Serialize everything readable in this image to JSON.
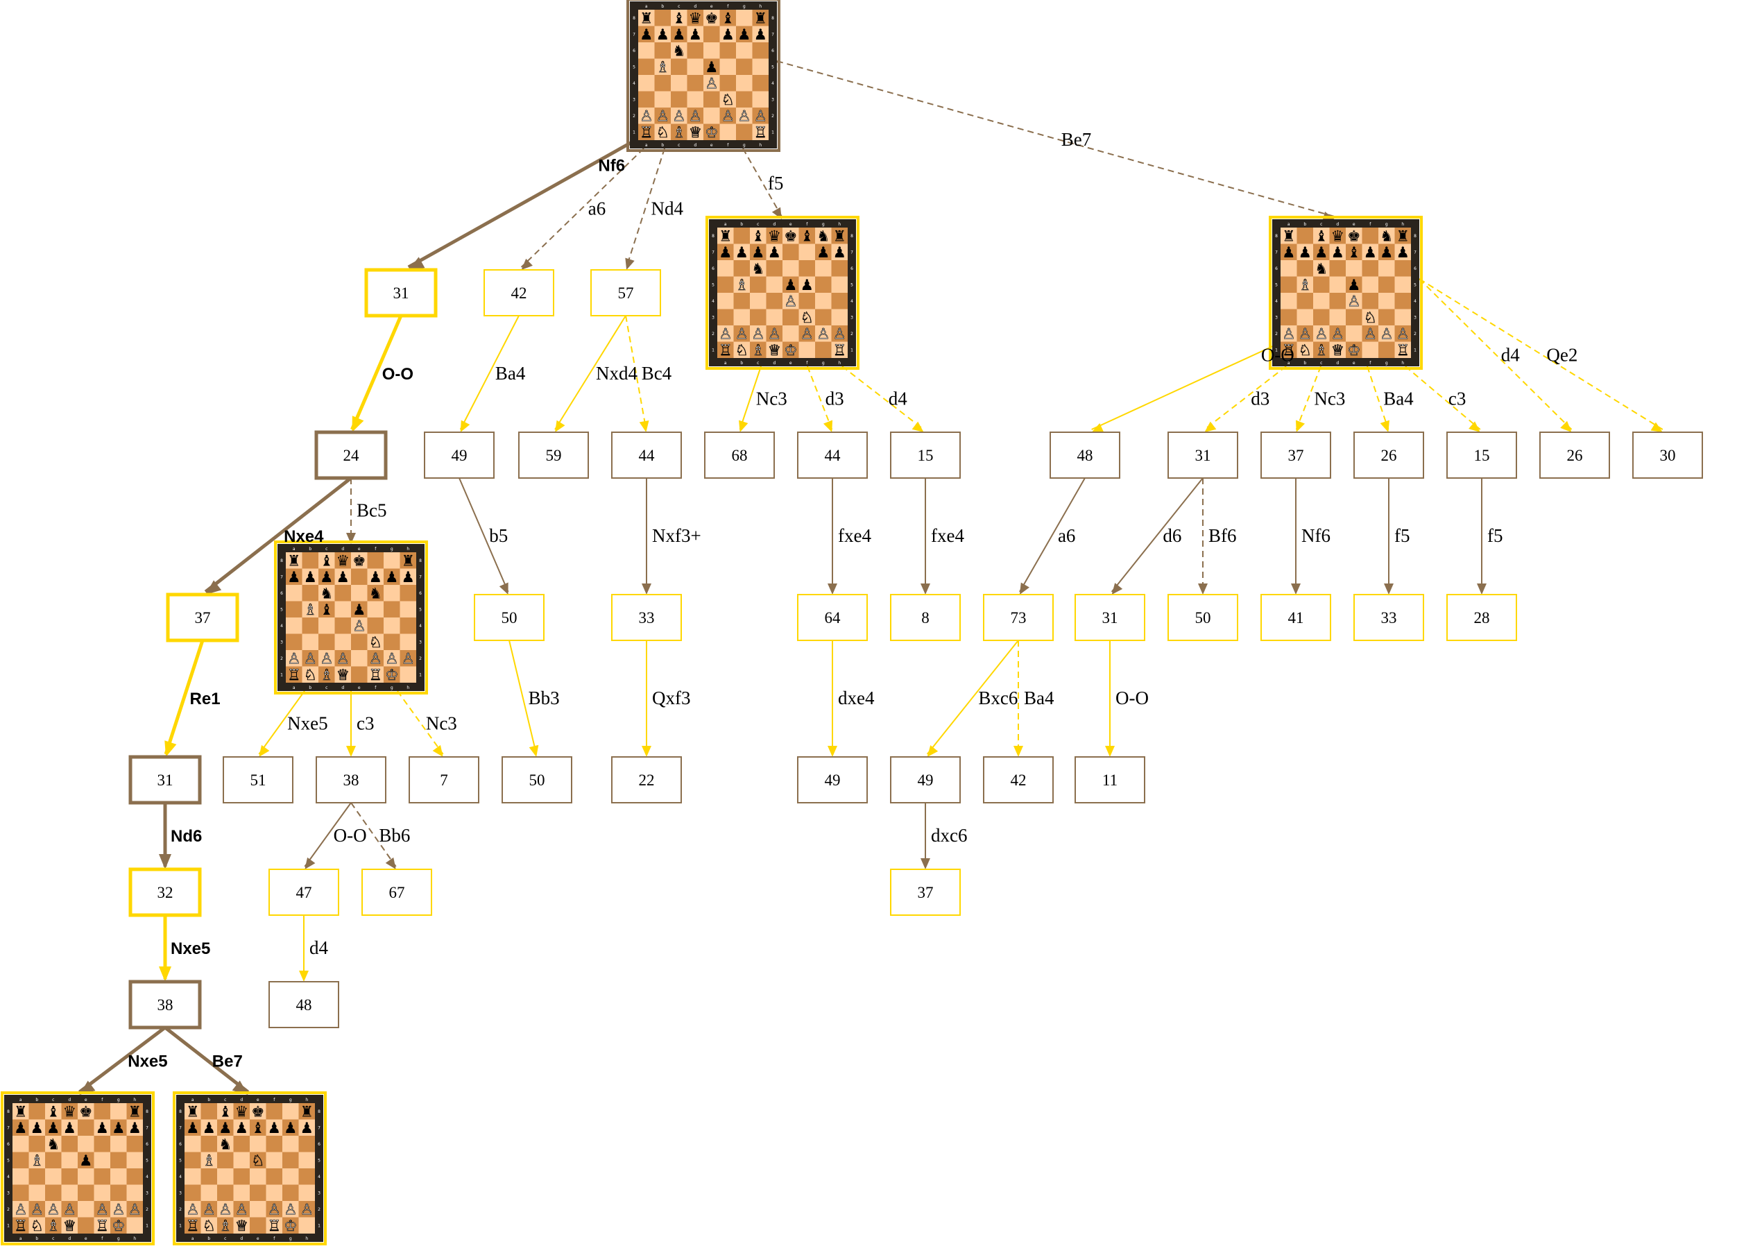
{
  "title": "",
  "colors": {
    "brown": "#8b6f4e",
    "gold": "#ffd700",
    "gold_light": "#ffd94a",
    "light_square": "#ffce9e",
    "dark_square": "#d18b47",
    "board_frame": "#2a241d"
  },
  "files": [
    "a",
    "b",
    "c",
    "d",
    "e",
    "f",
    "g",
    "h"
  ],
  "ranks": [
    "8",
    "7",
    "6",
    "5",
    "4",
    "3",
    "2",
    "1"
  ],
  "nodes": [
    {
      "id": "root",
      "type": "board",
      "fen": "r1bqkb1r/pppp1ppp/2n5/1B2p3/4P3/5N2/PPPP1PPP/RNBQK2R",
      "border": "brown"
    },
    {
      "id": "n_31a",
      "type": "box",
      "label": "31",
      "color": "gold",
      "bold": true
    },
    {
      "id": "n_42a",
      "type": "box",
      "label": "42",
      "color": "gold"
    },
    {
      "id": "n_57",
      "type": "box",
      "label": "57",
      "color": "gold"
    },
    {
      "id": "b_f5",
      "type": "board",
      "fen": "r1bqkbnr/pppp2pp/2n5/1B2pp2/4P3/5N2/PPPP1PPP/RNBQK2R",
      "border": "gold"
    },
    {
      "id": "b_be7",
      "type": "board",
      "fen": "r1bqk1nr/ppppbppp/2n5/1B2p3/4P3/5N2/PPPP1PPP/RNBQK2R",
      "border": "gold"
    },
    {
      "id": "n_24",
      "type": "box",
      "label": "24",
      "color": "brown",
      "bold": true
    },
    {
      "id": "n_49a",
      "type": "box",
      "label": "49",
      "color": "brown"
    },
    {
      "id": "n_59",
      "type": "box",
      "label": "59",
      "color": "brown"
    },
    {
      "id": "n_44a",
      "type": "box",
      "label": "44",
      "color": "brown"
    },
    {
      "id": "n_68",
      "type": "box",
      "label": "68",
      "color": "brown"
    },
    {
      "id": "n_44b",
      "type": "box",
      "label": "44",
      "color": "brown"
    },
    {
      "id": "n_15a",
      "type": "box",
      "label": "15",
      "color": "brown"
    },
    {
      "id": "n_48a",
      "type": "box",
      "label": "48",
      "color": "brown"
    },
    {
      "id": "n_31b",
      "type": "box",
      "label": "31",
      "color": "brown"
    },
    {
      "id": "n_37a",
      "type": "box",
      "label": "37",
      "color": "brown"
    },
    {
      "id": "n_26a",
      "type": "box",
      "label": "26",
      "color": "brown"
    },
    {
      "id": "n_15b",
      "type": "box",
      "label": "15",
      "color": "brown"
    },
    {
      "id": "n_26b",
      "type": "box",
      "label": "26",
      "color": "brown"
    },
    {
      "id": "n_30",
      "type": "box",
      "label": "30",
      "color": "brown"
    },
    {
      "id": "n_37b",
      "type": "box",
      "label": "37",
      "color": "gold",
      "bold": true
    },
    {
      "id": "b_bc5",
      "type": "board",
      "fen": "r1bqk2r/pppp1ppp/2n2n2/1Bb1p3/4P3/5N2/PPPP1PPP/RNBQ1RK1",
      "border": "gold"
    },
    {
      "id": "n_50a",
      "type": "box",
      "label": "50",
      "color": "gold"
    },
    {
      "id": "n_33a",
      "type": "box",
      "label": "33",
      "color": "gold"
    },
    {
      "id": "n_64",
      "type": "box",
      "label": "64",
      "color": "gold"
    },
    {
      "id": "n_8",
      "type": "box",
      "label": "8",
      "color": "gold"
    },
    {
      "id": "n_73",
      "type": "box",
      "label": "73",
      "color": "gold"
    },
    {
      "id": "n_31c",
      "type": "box",
      "label": "31",
      "color": "gold"
    },
    {
      "id": "n_50b",
      "type": "box",
      "label": "50",
      "color": "gold"
    },
    {
      "id": "n_41",
      "type": "box",
      "label": "41",
      "color": "gold"
    },
    {
      "id": "n_33b",
      "type": "box",
      "label": "33",
      "color": "gold"
    },
    {
      "id": "n_28",
      "type": "box",
      "label": "28",
      "color": "gold"
    },
    {
      "id": "n_31d",
      "type": "box",
      "label": "31",
      "color": "brown",
      "bold": true
    },
    {
      "id": "n_51",
      "type": "box",
      "label": "51",
      "color": "brown"
    },
    {
      "id": "n_38a",
      "type": "box",
      "label": "38",
      "color": "brown"
    },
    {
      "id": "n_7",
      "type": "box",
      "label": "7",
      "color": "brown"
    },
    {
      "id": "n_50c",
      "type": "box",
      "label": "50",
      "color": "brown"
    },
    {
      "id": "n_22",
      "type": "box",
      "label": "22",
      "color": "brown"
    },
    {
      "id": "n_49b",
      "type": "box",
      "label": "49",
      "color": "brown"
    },
    {
      "id": "n_49c",
      "type": "box",
      "label": "49",
      "color": "brown"
    },
    {
      "id": "n_42b",
      "type": "box",
      "label": "42",
      "color": "brown"
    },
    {
      "id": "n_11",
      "type": "box",
      "label": "11",
      "color": "brown"
    },
    {
      "id": "n_32",
      "type": "box",
      "label": "32",
      "color": "gold",
      "bold": true
    },
    {
      "id": "n_47",
      "type": "box",
      "label": "47",
      "color": "gold"
    },
    {
      "id": "n_67",
      "type": "box",
      "label": "67",
      "color": "gold"
    },
    {
      "id": "n_37c",
      "type": "box",
      "label": "37",
      "color": "gold"
    },
    {
      "id": "n_38b",
      "type": "box",
      "label": "38",
      "color": "brown",
      "bold": true
    },
    {
      "id": "n_48b",
      "type": "box",
      "label": "48",
      "color": "brown"
    },
    {
      "id": "b_nxe5",
      "type": "board",
      "fen": "r1bqk2r/pppp1ppp/2n5/1B2p3/8/8/PPPP1PPP/RNBQ1RK1",
      "border": "gold"
    },
    {
      "id": "b_be7b",
      "type": "board",
      "fen": "r1bqk2r/ppppbppp/2n5/1B2N3/8/8/PPPP1PPP/RNBQ1RK1",
      "border": "gold"
    }
  ],
  "edges": [
    {
      "from": "root",
      "to": "n_31a",
      "label": "Nf6",
      "color": "brown",
      "style": "solid",
      "bold": true
    },
    {
      "from": "root",
      "to": "n_42a",
      "label": "a6",
      "color": "brown",
      "style": "dashed"
    },
    {
      "from": "root",
      "to": "n_57",
      "label": "Nd4",
      "color": "brown",
      "style": "dashed"
    },
    {
      "from": "root",
      "to": "b_f5",
      "label": "f5",
      "color": "brown",
      "style": "dashed"
    },
    {
      "from": "root",
      "to": "b_be7",
      "label": "Be7",
      "color": "brown",
      "style": "dashed"
    },
    {
      "from": "n_31a",
      "to": "n_24",
      "label": "O-O",
      "color": "gold",
      "style": "solid",
      "bold": true
    },
    {
      "from": "n_42a",
      "to": "n_49a",
      "label": "Ba4",
      "color": "gold",
      "style": "solid"
    },
    {
      "from": "n_57",
      "to": "n_59",
      "label": "Nxd4",
      "color": "gold",
      "style": "solid"
    },
    {
      "from": "n_57",
      "to": "n_44a",
      "label": "Bc4",
      "color": "gold",
      "style": "dashed"
    },
    {
      "from": "b_f5",
      "to": "n_68",
      "label": "Nc3",
      "color": "gold",
      "style": "solid"
    },
    {
      "from": "b_f5",
      "to": "n_44b",
      "label": "d3",
      "color": "gold",
      "style": "dashed"
    },
    {
      "from": "b_f5",
      "to": "n_15a",
      "label": "d4",
      "color": "gold",
      "style": "dashed"
    },
    {
      "from": "b_be7",
      "to": "n_48a",
      "label": "O-O",
      "color": "gold",
      "style": "solid"
    },
    {
      "from": "b_be7",
      "to": "n_31b",
      "label": "d3",
      "color": "gold",
      "style": "dashed"
    },
    {
      "from": "b_be7",
      "to": "n_37a",
      "label": "Nc3",
      "color": "gold",
      "style": "dashed"
    },
    {
      "from": "b_be7",
      "to": "n_26a",
      "label": "Ba4",
      "color": "gold",
      "style": "dashed"
    },
    {
      "from": "b_be7",
      "to": "n_15b",
      "label": "c3",
      "color": "gold",
      "style": "dashed"
    },
    {
      "from": "b_be7",
      "to": "n_26b",
      "label": "d4",
      "color": "gold",
      "style": "dashed"
    },
    {
      "from": "b_be7",
      "to": "n_30",
      "label": "Qe2",
      "color": "gold",
      "style": "dashed"
    },
    {
      "from": "n_24",
      "to": "n_37b",
      "label": "Nxe4",
      "color": "brown",
      "style": "solid",
      "bold": true
    },
    {
      "from": "n_24",
      "to": "b_bc5",
      "label": "Bc5",
      "color": "brown",
      "style": "dashed"
    },
    {
      "from": "n_49a",
      "to": "n_50a",
      "label": "b5",
      "color": "brown",
      "style": "solid"
    },
    {
      "from": "n_44a",
      "to": "n_33a",
      "label": "Nxf3+",
      "color": "brown",
      "style": "solid"
    },
    {
      "from": "n_44b",
      "to": "n_64",
      "label": "fxe4",
      "color": "brown",
      "style": "solid"
    },
    {
      "from": "n_15a",
      "to": "n_8",
      "label": "fxe4",
      "color": "brown",
      "style": "solid"
    },
    {
      "from": "n_48a",
      "to": "n_73",
      "label": "a6",
      "color": "brown",
      "style": "solid"
    },
    {
      "from": "n_31b",
      "to": "n_31c",
      "label": "d6",
      "color": "brown",
      "style": "solid"
    },
    {
      "from": "n_31b",
      "to": "n_50b",
      "label": "Bf6",
      "color": "brown",
      "style": "dashed"
    },
    {
      "from": "n_37a",
      "to": "n_41",
      "label": "Nf6",
      "color": "brown",
      "style": "solid"
    },
    {
      "from": "n_26a",
      "to": "n_33b",
      "label": "f5",
      "color": "brown",
      "style": "solid"
    },
    {
      "from": "n_15b",
      "to": "n_28",
      "label": "f5",
      "color": "brown",
      "style": "solid"
    },
    {
      "from": "n_37b",
      "to": "n_31d",
      "label": "Re1",
      "color": "gold",
      "style": "solid",
      "bold": true
    },
    {
      "from": "b_bc5",
      "to": "n_51",
      "label": "Nxe5",
      "color": "gold",
      "style": "solid"
    },
    {
      "from": "b_bc5",
      "to": "n_38a",
      "label": "c3",
      "color": "gold",
      "style": "solid"
    },
    {
      "from": "b_bc5",
      "to": "n_7",
      "label": "Nc3",
      "color": "gold",
      "style": "dashed"
    },
    {
      "from": "n_50a",
      "to": "n_50c",
      "label": "Bb3",
      "color": "gold",
      "style": "solid"
    },
    {
      "from": "n_33a",
      "to": "n_22",
      "label": "Qxf3",
      "color": "gold",
      "style": "solid"
    },
    {
      "from": "n_64",
      "to": "n_49b",
      "label": "dxe4",
      "color": "gold",
      "style": "solid"
    },
    {
      "from": "n_73",
      "to": "n_49c",
      "label": "Bxc6",
      "color": "gold",
      "style": "solid"
    },
    {
      "from": "n_73",
      "to": "n_42b",
      "label": "Ba4",
      "color": "gold",
      "style": "dashed"
    },
    {
      "from": "n_31c",
      "to": "n_11",
      "label": "O-O",
      "color": "gold",
      "style": "solid"
    },
    {
      "from": "n_31d",
      "to": "n_32",
      "label": "Nd6",
      "color": "brown",
      "style": "solid",
      "bold": true
    },
    {
      "from": "n_38a",
      "to": "n_47",
      "label": "O-O",
      "color": "brown",
      "style": "solid"
    },
    {
      "from": "n_38a",
      "to": "n_67",
      "label": "Bb6",
      "color": "brown",
      "style": "dashed"
    },
    {
      "from": "n_49c",
      "to": "n_37c",
      "label": "dxc6",
      "color": "brown",
      "style": "solid"
    },
    {
      "from": "n_32",
      "to": "n_38b",
      "label": "Nxe5",
      "color": "gold",
      "style": "solid",
      "bold": true
    },
    {
      "from": "n_47",
      "to": "n_48b",
      "label": "d4",
      "color": "gold",
      "style": "solid"
    },
    {
      "from": "n_38b",
      "to": "b_nxe5",
      "label": "Nxe5",
      "color": "brown",
      "style": "solid",
      "bold": true
    },
    {
      "from": "n_38b",
      "to": "b_be7b",
      "label": "Be7",
      "color": "brown",
      "style": "solid",
      "bold": true
    }
  ]
}
